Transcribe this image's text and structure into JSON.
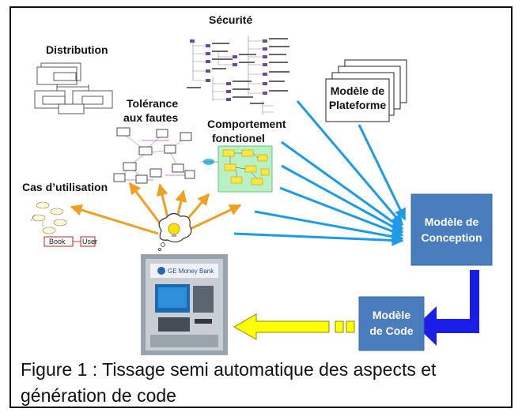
{
  "labels": {
    "securite": "Sécurité",
    "distribution": "Distribution",
    "tolerance_line1": "Tolérance",
    "tolerance_line2": "aux fautes",
    "comportement_line1": "Comportement",
    "comportement_line2": "fonctionel",
    "cas_utilisation": "Cas d’utilisation",
    "plateforme_line1": "Modèle de",
    "plateforme_line2": "Plateforme",
    "conception_line1": "Modèle de",
    "conception_line2": "Conception",
    "code_line1": "Modèle",
    "code_line2": "de Code"
  },
  "caption": {
    "line1": "Figure 1 : Tissage semi automatique des aspects et",
    "line2": "génération de code"
  },
  "usecase_labels": {
    "book": "Book",
    "user": "User"
  },
  "atm_screen_text": "GE Money Bank",
  "colors": {
    "blue_arrow": "#1e9be8",
    "orange_arrow": "#f0a020",
    "model_box": "#4a7dbe",
    "code_arrow": "#1a1ee6",
    "yellow_arrow": "#ffff00"
  },
  "icons": [
    "lightbulb-icon",
    "atm-machine-image"
  ]
}
